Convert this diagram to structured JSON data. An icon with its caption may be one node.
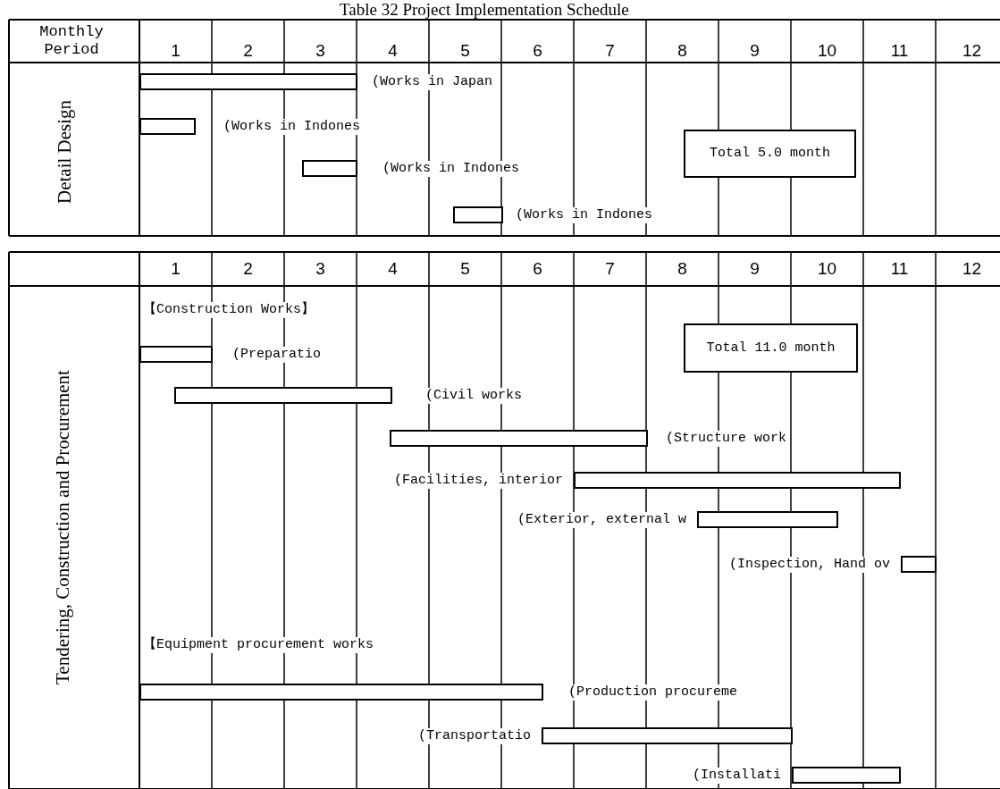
{
  "diagram": {
    "title": "Table 32 Project Implementation Schedule",
    "nodes": [
      {
        "text": [],
        "shape": "bar",
        "beside": [
          "(Works in Japan"
        ]
      },
      {
        "text": [],
        "shape": "bar",
        "beside": [
          "(Works in Indones"
        ]
      },
      {
        "text": [],
        "shape": "bar",
        "beside": [
          "(Works in Indones"
        ]
      },
      {
        "text": [],
        "shape": "bar",
        "beside": [
          "(Works in Indones"
        ]
      },
      {
        "text": [
          "Total 5.0 month"
        ]
      },
      {
        "text": [
          "Total 11.0 month"
        ]
      },
      {
        "text": [],
        "shape": "bar",
        "beside": [
          "(Preparatio"
        ]
      },
      {
        "text": [],
        "shape": "bar",
        "beside": [
          "(Civil works"
        ]
      },
      {
        "text": [],
        "shape": "bar",
        "beside": [
          "(Structure work"
        ]
      },
      {
        "text": [],
        "shape": "bar",
        "beside": [
          "(Facilities, interior"
        ]
      },
      {
        "text": [],
        "shape": "bar",
        "beside": [
          "(Exterior, external w"
        ]
      },
      {
        "text": [],
        "shape": "bar",
        "beside": [
          "(Inspection, Hand ov"
        ]
      },
      {
        "text": [],
        "shape": "bar",
        "beside": [
          "(Production procureme"
        ]
      },
      {
        "text": [],
        "shape": "bar",
        "beside": [
          "(Transportatio"
        ]
      },
      {
        "text": [],
        "shape": "bar",
        "beside": [
          "(Installati"
        ]
      }
    ],
    "labels": [
      "Monthly Period",
      "1",
      "2",
      "3",
      "4",
      "5",
      "6",
      "7",
      "8",
      "9",
      "10",
      "11",
      "12",
      "Detail Design",
      "1",
      "2",
      "3",
      "4",
      "5",
      "6",
      "7",
      "8",
      "9",
      "10",
      "11",
      "12",
      "【Construction Works】",
      "Tendering, Construction and Procurement",
      "【Equipment procurement works"
    ]
  }
}
